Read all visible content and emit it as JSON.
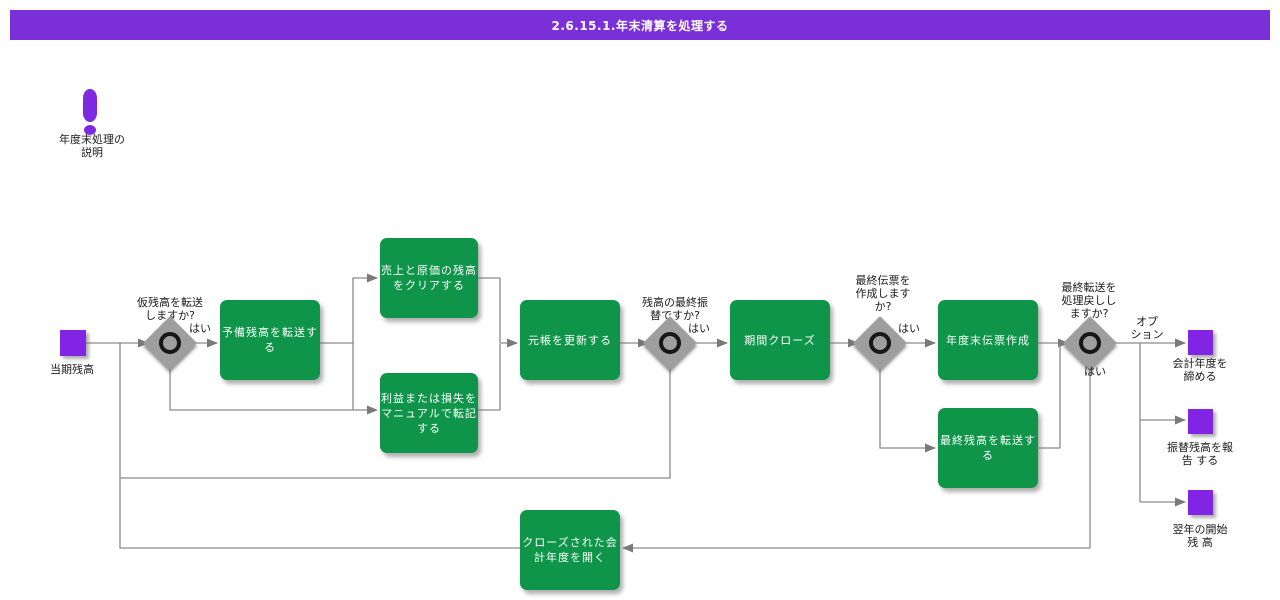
{
  "title": "2.6.15.1.年末清算を処理する",
  "annotation": "年度末処理の\n説明",
  "start": {
    "label": "当期残高"
  },
  "decisions": {
    "transfer_provisional": {
      "question": "仮残高を転送\nしますか?",
      "yes": "はい"
    },
    "final_transfer": {
      "question": "残高の最終振\n替ですか?",
      "yes": "はい"
    },
    "create_final_doc": {
      "question": "最終伝票を\n作成します\nか?",
      "yes": "はい"
    },
    "reverse_final_transfer": {
      "question": "最終転送を\n処理戻しし\nますか?",
      "yes": "はい",
      "option": "オプ\nション"
    }
  },
  "tasks": {
    "transfer_reserve": "予備残高を転送す\nる",
    "clear_sales_cost": "売上と原価の残高\nをクリアする",
    "manual_post": "利益または損失を\nマニュアルで転記\nする",
    "update_ledger": "元帳を更新する",
    "period_close": "期間クローズ",
    "year_end_doc": "年度末伝票作成",
    "transfer_final": "最終残高を転送す\nる",
    "open_closed_year": "クローズされた会\n計年度を開く"
  },
  "ends": {
    "close_fiscal_year": "会計年度を\n締める",
    "report_balance": "振替残高を報\n告 する",
    "next_year_opening": "翌年の開始\n残 高"
  },
  "colors": {
    "purple": "#7b2fd8",
    "green": "#0f9549",
    "line": "#8a8a8a"
  }
}
